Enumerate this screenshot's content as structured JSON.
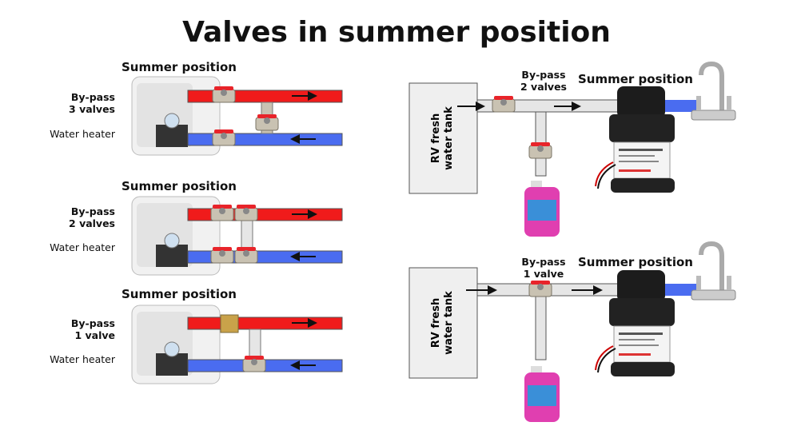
{
  "title": "Valves in summer position",
  "left_panels": [
    {
      "heading": "Summer position",
      "bypass": [
        "By-pass",
        "3 valves"
      ],
      "heater": "Water heater"
    },
    {
      "heading": "Summer position",
      "bypass": [
        "By-pass",
        "2 valves"
      ],
      "heater": "Water heater"
    },
    {
      "heading": "Summer position",
      "bypass": [
        "By-pass",
        "1 valve"
      ],
      "heater": "Water heater"
    }
  ],
  "right_panels": [
    {
      "heading": "Summer position",
      "bypass": [
        "By-pass",
        "2 valves"
      ],
      "tank": [
        "RV fresh",
        "water tank"
      ]
    },
    {
      "heading": "Summer position",
      "bypass": [
        "By-pass",
        "1 valve"
      ],
      "tank": [
        "RV fresh",
        "water tank"
      ]
    }
  ],
  "colors": {
    "hot": "#f01b1b",
    "cold": "#4a6cf0",
    "pipe": "#e6e6e6",
    "valve": "#e8242a",
    "antifreeze": "#e03fb0"
  }
}
